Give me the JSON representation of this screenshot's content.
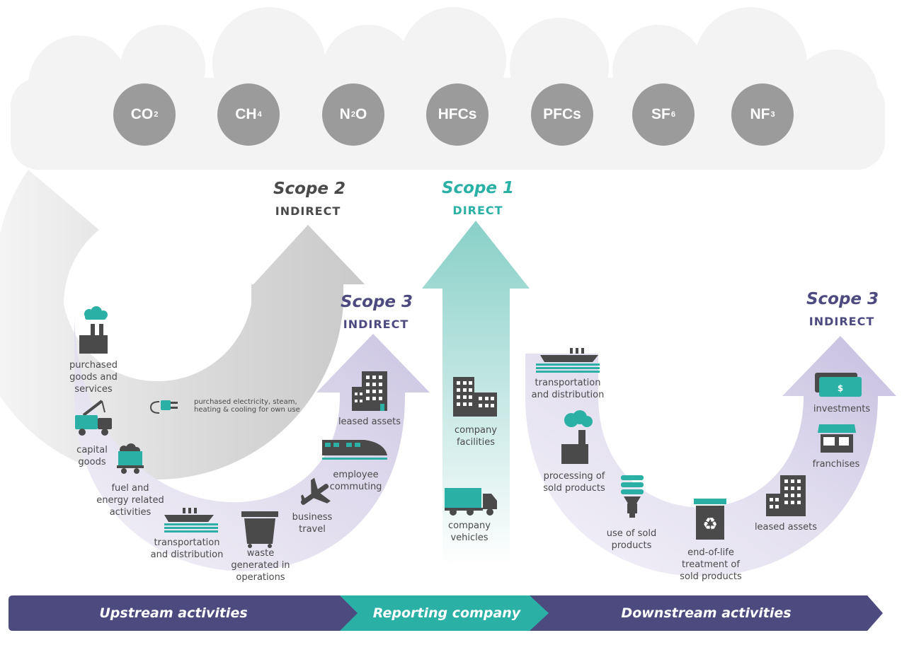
{
  "gases": [
    {
      "base": "CO",
      "sub": "2"
    },
    {
      "base": "CH",
      "sub": "4"
    },
    {
      "base": "N",
      "sub": "2",
      "tail": "O"
    },
    {
      "base": "HFCs",
      "sub": ""
    },
    {
      "base": "PFCs",
      "sub": ""
    },
    {
      "base": "SF",
      "sub": "6"
    },
    {
      "base": "NF",
      "sub": "3"
    }
  ],
  "scope2": {
    "title": "Scope 2",
    "subtitle": "INDIRECT"
  },
  "scope1": {
    "title": "Scope 1",
    "subtitle": "DIRECT"
  },
  "scope3_upstream": {
    "title": "Scope 3",
    "subtitle": "INDIRECT"
  },
  "scope3_downstream": {
    "title": "Scope 3",
    "subtitle": "INDIRECT"
  },
  "upstream": {
    "purchased_goods": "purchased\ngoods and\nservices",
    "capital_goods": "capital\ngoods",
    "fuel_energy": "fuel and\nenergy related\nactivities",
    "transportation": "transportation\nand distribution",
    "waste": "waste\ngenerated in\noperations",
    "business_travel": "business\ntravel",
    "employee_commuting": "employee\ncommuting",
    "leased_assets": "leased assets",
    "electricity": "purchased electricity, steam,\nheating & cooling for own use"
  },
  "reporting": {
    "company_facilities": "company\nfacilities",
    "company_vehicles": "company\nvehicles"
  },
  "downstream": {
    "transportation": "transportation\nand distribution",
    "processing": "processing of\nsold products",
    "use_of_sold": "use of sold\nproducts",
    "end_of_life": "end-of-life\ntreatment of\nsold products",
    "leased_assets": "leased assets",
    "franchises": "franchises",
    "investments": "investments"
  },
  "bands": {
    "upstream": "Upstream activities",
    "reporting": "Reporting company",
    "downstream": "Downstream activities"
  },
  "colors": {
    "teal": "#2bb0a5",
    "purple": "#4d4a80",
    "lavender": "#ddd8ec",
    "gray_arrow": "#d9d9d9",
    "gas_gray": "#9b9b9b",
    "icon_dark": "#4a4a4a"
  }
}
